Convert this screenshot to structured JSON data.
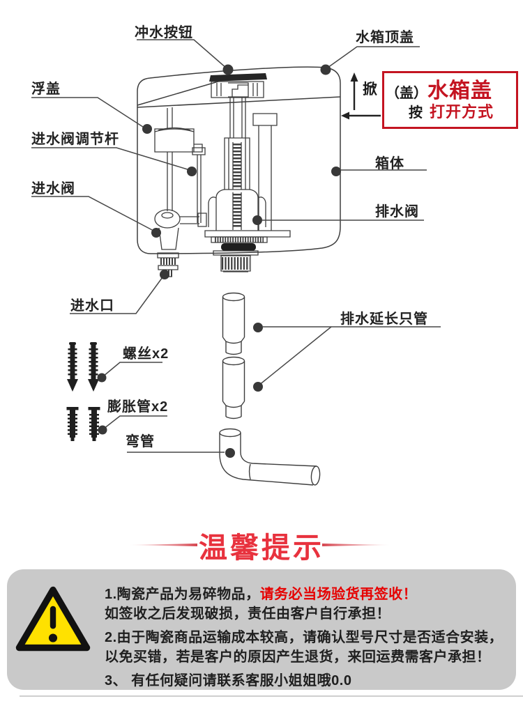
{
  "diagram": {
    "callouts": {
      "flush_button": "冲水按钮",
      "tank_top_cover": "水箱顶盖",
      "float_cover": "浮盖",
      "inlet_valve_rod": "进水阀调节杆",
      "inlet_valve": "进水阀",
      "inlet_port": "进水口",
      "tank_body": "箱体",
      "drain_valve": "排水阀",
      "drain_extension_pipe": "排水延长只管",
      "screws": "螺丝x2",
      "expansion_tubes": "膨胀管x2",
      "bent_pipe": "弯管"
    },
    "open_method_box": {
      "lift_label": "掀",
      "cover_label": "（盖）",
      "tank_cover_label": "水箱盖",
      "press_label": "按",
      "open_method_label": "打开方式",
      "border_color": "#c41421",
      "icons": [
        "arrow-up-icon",
        "arrow-left-icon"
      ]
    },
    "line_color": "#3d3d3d"
  },
  "tips": {
    "title": "温馨提示",
    "title_color": "#e8323e",
    "panel_color": "#c9c9c9",
    "highlight_color": "#e60000",
    "warning_icon": "warning-triangle",
    "warning_yellow": "#ffe100",
    "lines": [
      {
        "prefix": "1.陶瓷产品为易碎物品，",
        "highlight": "请务必当场验货再签收！"
      },
      {
        "text": "如签收之后发现破损，责任由客户自行承担！"
      },
      {
        "text": "2.由于陶瓷商品运输成本较高，请确认型号尺寸是否适合安装，"
      },
      {
        "text": "以免买错，若是客户的原因产生退货，来回运费需客户承担！"
      },
      {
        "text": "3、 有任何疑问请联系客服小姐姐哦0.0"
      }
    ]
  }
}
